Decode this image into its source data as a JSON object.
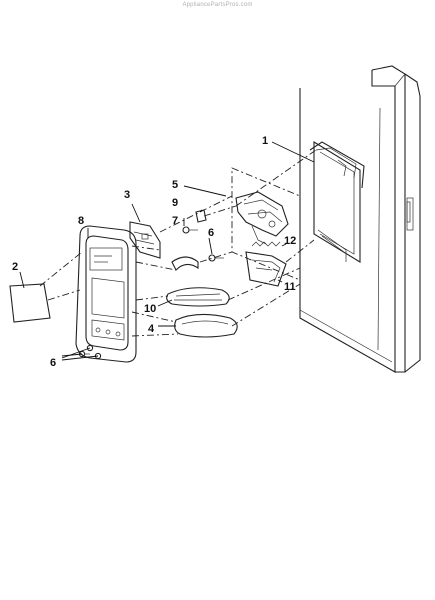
{
  "watermark": "AppliancePartsPros.com",
  "callouts": {
    "c1": "1",
    "c2": "2",
    "c3": "3",
    "c4": "4",
    "c5": "5",
    "c6a": "6",
    "c6b": "6",
    "c7": "7",
    "c8": "8",
    "c9": "9",
    "c10": "10",
    "c11": "11",
    "c12": "12"
  }
}
